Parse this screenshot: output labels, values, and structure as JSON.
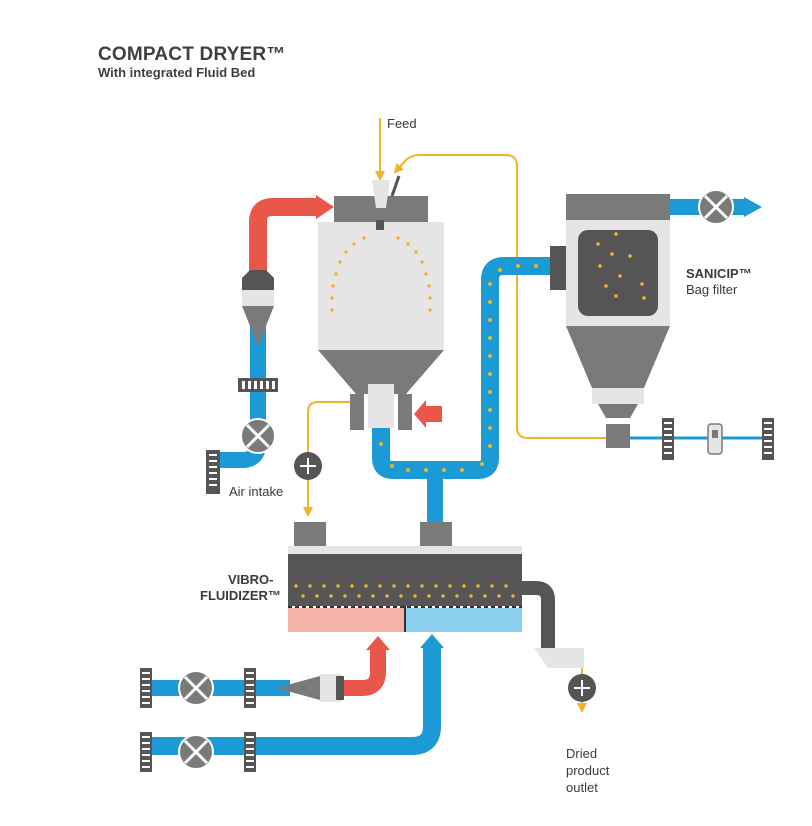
{
  "title": "COMPACT DRYER™",
  "subtitle": "With integrated Fluid Bed",
  "labels": {
    "feed": "Feed",
    "air_intake": "Air intake",
    "sanicip_name": "SANICIP™",
    "sanicip_desc": "Bag filter",
    "vibro_line1": "VIBRO-",
    "vibro_line2": "FLUIDIZER™",
    "dried_line1": "Dried",
    "dried_line2": "product",
    "dried_line3": "outlet"
  },
  "colors": {
    "hot_air": "#e8574a",
    "air_duct": "#1c9ad6",
    "product_line": "#f0b429",
    "equipment_light": "#e5e5e5",
    "equipment_dark": "#7a7a7a",
    "equipment_darker": "#555555",
    "hot_bed": "#f4b2a8",
    "cool_bed": "#8dd0ee"
  }
}
